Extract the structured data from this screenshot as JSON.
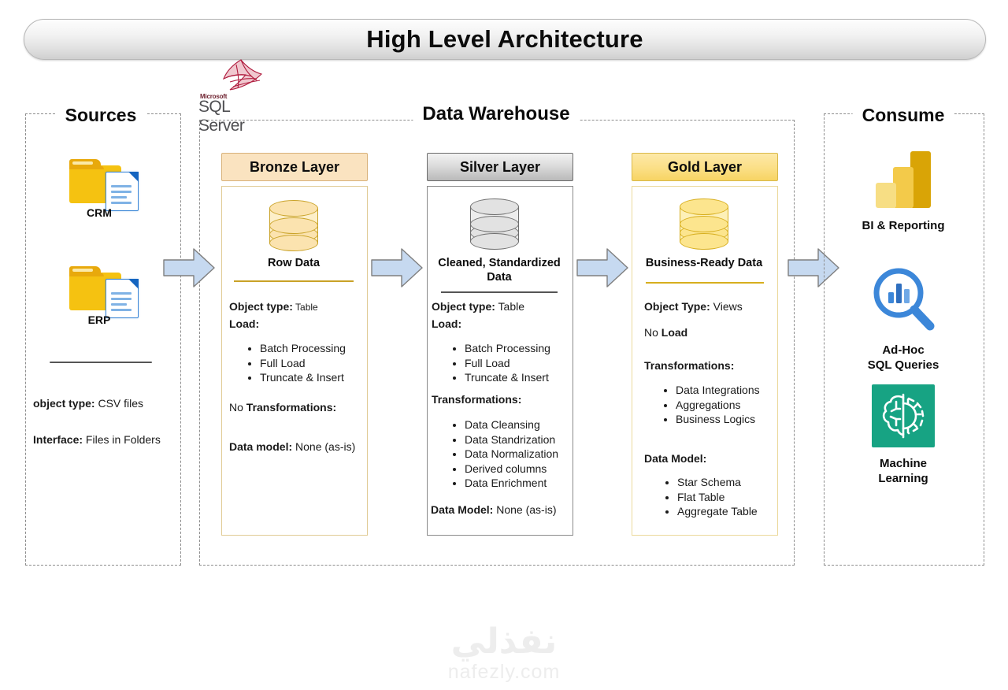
{
  "title": "High Level Architecture",
  "logo": {
    "vendor": "Microsoft",
    "product": "SQL Server",
    "icon": "sql-server-logo"
  },
  "sources": {
    "group_title": "Sources",
    "items": [
      {
        "label": "CRM",
        "icon": "folder-document-icon"
      },
      {
        "label": "ERP",
        "icon": "folder-document-icon"
      }
    ],
    "meta": [
      {
        "key": "object type:",
        "value": " CSV files"
      },
      {
        "key": "Interface:",
        "value": " Files in Folders"
      }
    ]
  },
  "warehouse": {
    "group_title": "Data Warehouse",
    "layers": [
      {
        "id": "bronze",
        "header": "Bronze Layer",
        "icon": "database-cylinder-icon",
        "caption": "Row Data",
        "object_type_key": "Object type:",
        "object_type_value": " Table",
        "load_key": "Load:",
        "load_items": [
          "Batch Processing",
          "Full Load",
          "Truncate & Insert"
        ],
        "transform_prefix": "No ",
        "transform_key": "Transformations:",
        "transform_items": [],
        "model_key": "Data model:",
        "model_value": " None (as-is)",
        "model_items": []
      },
      {
        "id": "silver",
        "header": "Silver Layer",
        "icon": "database-cylinder-icon",
        "caption": "Cleaned, Standardized Data",
        "object_type_key": "Object type:",
        "object_type_value": " Table",
        "load_key": "Load:",
        "load_items": [
          "Batch Processing",
          "Full Load",
          "Truncate & Insert"
        ],
        "transform_prefix": "",
        "transform_key": "Transformations:",
        "transform_items": [
          "Data Cleansing",
          "Data Standrization",
          "Data Normalization",
          "Derived columns",
          "Data Enrichment"
        ],
        "model_key": "Data Model:",
        "model_value": " None (as-is)",
        "model_items": []
      },
      {
        "id": "gold",
        "header": "Gold Layer",
        "icon": "database-cylinder-icon",
        "caption": "Business-Ready Data",
        "object_type_key": "Object Type:",
        "object_type_value": " Views",
        "load_prefix": "No ",
        "load_key": "Load",
        "load_items": [],
        "transform_prefix": "",
        "transform_key": "Transformations:",
        "transform_items": [
          "Data Integrations",
          "Aggregations",
          "Business Logics"
        ],
        "model_key": "Data Model:",
        "model_value": "",
        "model_items": [
          "Star Schema",
          "Flat Table",
          "Aggregate Table"
        ]
      }
    ]
  },
  "consume": {
    "group_title": "Consume",
    "items": [
      {
        "label": "BI & Reporting",
        "icon": "power-bi-bars-icon"
      },
      {
        "label": "Ad-Hoc\nSQL Queries",
        "label_line1": "Ad-Hoc",
        "label_line2": "SQL Queries",
        "icon": "magnifier-chart-icon"
      },
      {
        "label": "Machine\nLearning",
        "label_line1": "Machine",
        "label_line2": "Learning",
        "icon": "brain-gear-icon"
      }
    ]
  },
  "flow_arrows": [
    {
      "name": "arrow-sources-to-bronze"
    },
    {
      "name": "arrow-bronze-to-silver"
    },
    {
      "name": "arrow-silver-to-gold"
    },
    {
      "name": "arrow-gold-to-consume"
    }
  ],
  "watermark": {
    "arabic": "نفذلي",
    "latin": "nafezly.com"
  },
  "colors": {
    "bronze": "#FAE3C0",
    "silver": "#DCDCDC",
    "gold": "#FBDF86",
    "arrow": "#C6D9F0",
    "folder": "#F5C211",
    "teal": "#17A383",
    "blue": "#3C87D9"
  }
}
